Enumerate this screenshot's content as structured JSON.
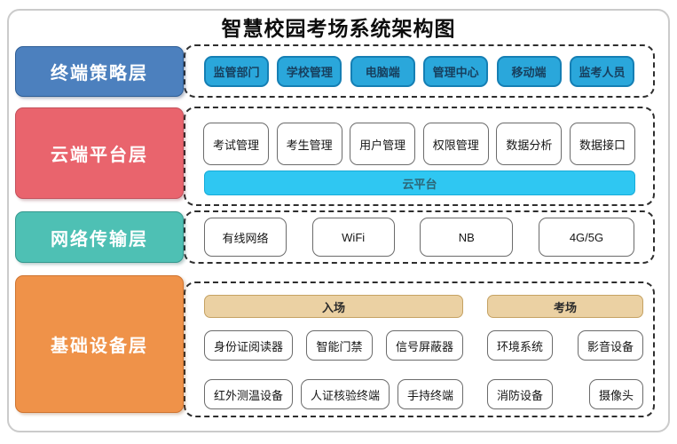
{
  "title": "智慧校园考场系统架构图",
  "colors": {
    "terminal_label": "#4c80be",
    "cloud_label": "#e9646d",
    "network_label": "#4ec0b4",
    "device_label": "#ef9249",
    "terminal_node": "#2aa7db",
    "cloud_bar": "#2fc7f2",
    "stage_header": "#ebd1a3"
  },
  "layers": [
    {
      "name": "终端策略层",
      "items": [
        "监管部门",
        "学校管理",
        "电脑端",
        "管理中心",
        "移动端",
        "监考人员"
      ]
    },
    {
      "name": "云端平台层",
      "items": [
        "考试管理",
        "考生管理",
        "用户管理",
        "权限管理",
        "数据分析",
        "数据接口"
      ],
      "bar": "云平台"
    },
    {
      "name": "网络传输层",
      "items": [
        "有线网络",
        "WiFi",
        "NB",
        "4G/5G"
      ]
    },
    {
      "name": "基础设备层",
      "groups": [
        {
          "header": "入场",
          "rows": [
            [
              "身份证阅读器",
              "智能门禁",
              "信号屏蔽器"
            ],
            [
              "红外测温设备",
              "人证核验终端",
              "手持终端"
            ]
          ]
        },
        {
          "header": "考场",
          "rows": [
            [
              "环境系统",
              "影音设备"
            ],
            [
              "消防设备",
              "摄像头"
            ]
          ]
        }
      ]
    }
  ]
}
